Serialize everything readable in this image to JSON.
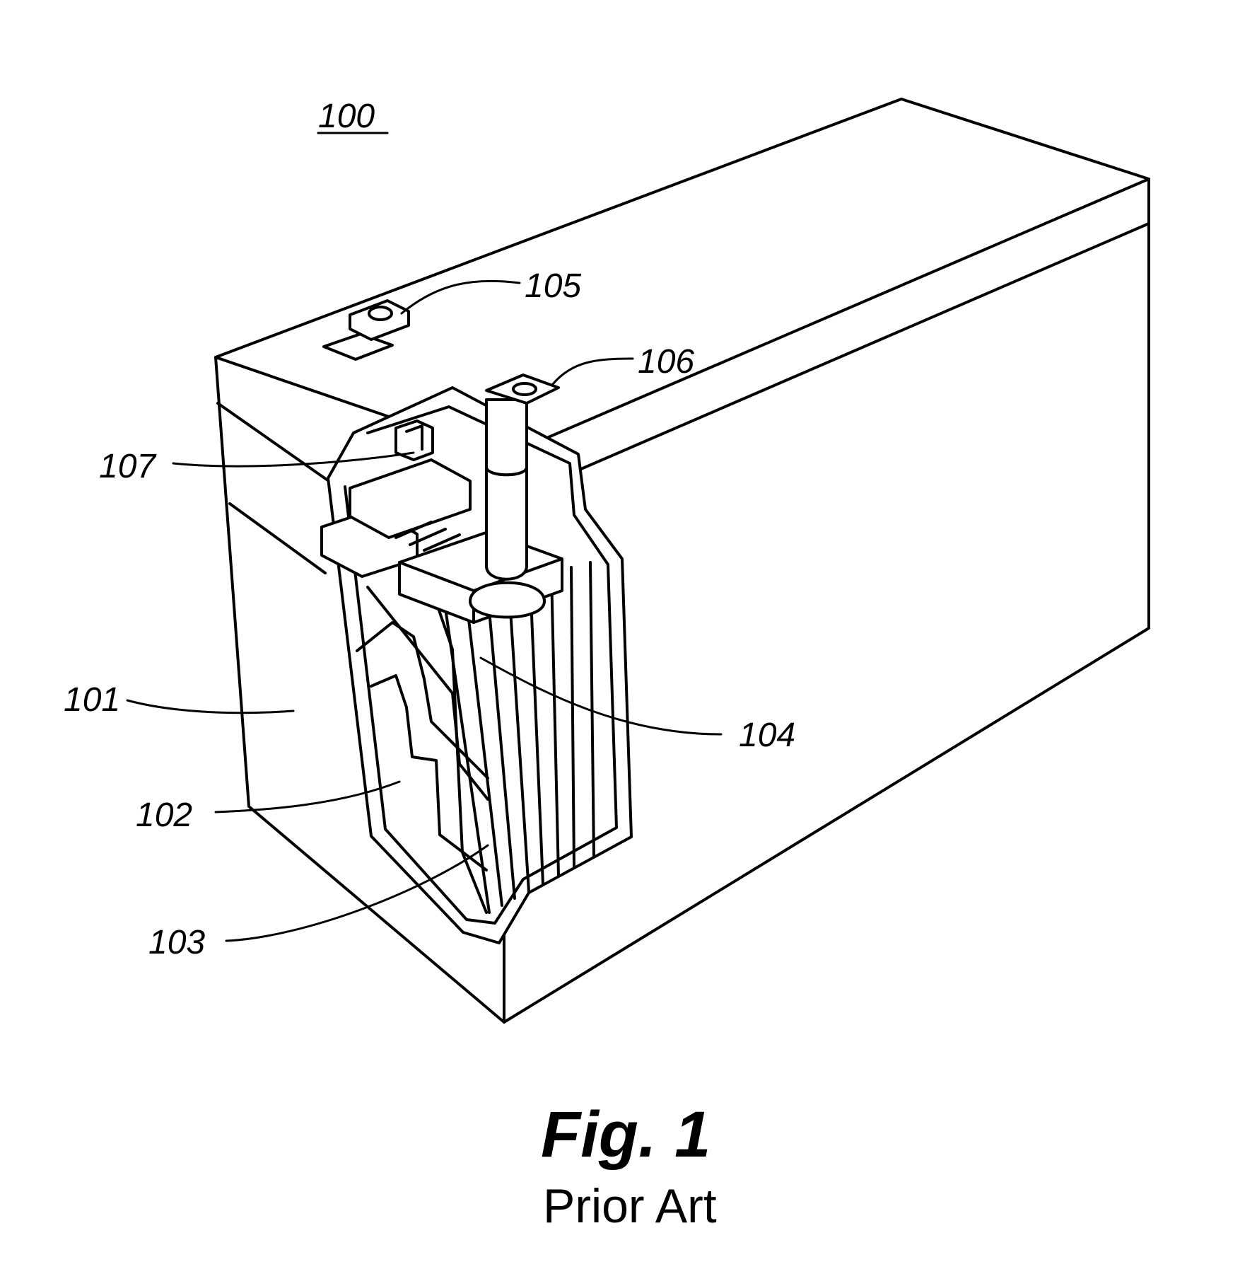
{
  "figure": {
    "number": "100",
    "caption": "Fig. 1",
    "subcaption": "Prior Art"
  },
  "labels": {
    "case": "101",
    "l102": "102",
    "l103": "103",
    "plates": "104",
    "terminal_a": "105",
    "terminal_b": "106",
    "l107": "107"
  }
}
